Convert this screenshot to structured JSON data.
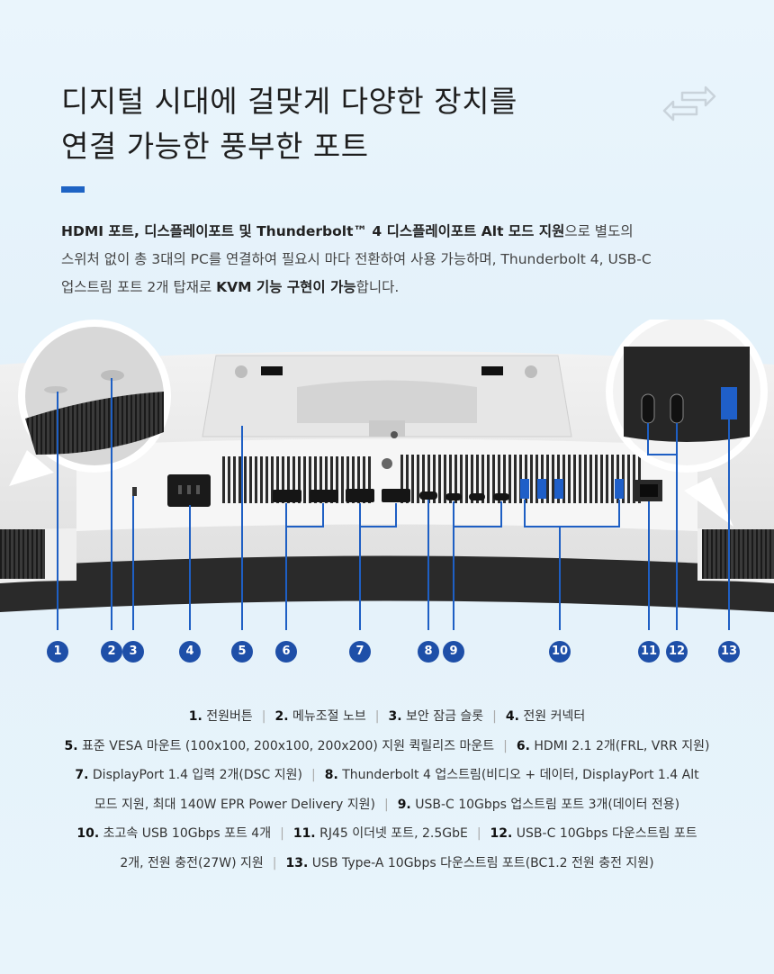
{
  "title": {
    "line1": "디지털 시대에 걸맞게 다양한 장치를",
    "line2": "연결 가능한 풍부한 포트"
  },
  "icons": [
    "swap-arrows-icon"
  ],
  "colors": {
    "accent": "#1e63c4",
    "badge": "#1e4fa8"
  },
  "description": {
    "l1_b1": "HDMI 포트, 디스플레이포트 및 Thunderbolt™ 4 디스플레이포트 Alt 모드 지원",
    "l1_t1": "으로 별도의",
    "l2": "스위처 없이 총 3대의 PC를 연결하여 필요시 마다 전환하여 사용 가능하며, Thunderbolt 4, USB-C",
    "l3_t1": "업스트림 포트 2개 탑재로 ",
    "l3_b1": "KVM 기능 구현이 가능",
    "l3_t2": "합니다."
  },
  "badges": [
    "1",
    "2",
    "3",
    "4",
    "5",
    "6",
    "7",
    "8",
    "9",
    "10",
    "11",
    "12",
    "13"
  ],
  "captions": {
    "n1": "1.",
    "t1": "전원버튼",
    "n2": "2.",
    "t2": "메뉴조절 노브",
    "n3": "3.",
    "t3": "보안 잠금 슬롯",
    "n4": "4.",
    "t4": "전원 커넥터",
    "n5": "5.",
    "t5": "표준 VESA 마운트 (100x100, 200x100, 200x200) 지원 퀵릴리즈 마운트",
    "n6": "6.",
    "t6": "HDMI 2.1 2개(FRL, VRR 지원)",
    "n7": "7.",
    "t7": "DisplayPort 1.4 입력 2개(DSC 지원)",
    "n8": "8.",
    "t8a": "Thunderbolt 4 업스트림(비디오 + 데이터, DisplayPort 1.4 Alt",
    "t8b": "모드 지원,  최대 140W EPR Power Delivery 지원)",
    "n9": "9.",
    "t9": "USB-C 10Gbps 업스트림 포트 3개(데이터 전용)",
    "n10": "10.",
    "t10": "초고속 USB 10Gbps 포트 4개",
    "n11": "11.",
    "t11": "RJ45 이더넷 포트, 2.5GbE",
    "n12": "12.",
    "t12a": "USB-C 10Gbps 다운스트림 포트",
    "t12b": "2개, 전원 충전(27W) 지원",
    "n13": "13.",
    "t13": "USB Type-A 10Gbps 다운스트림 포트(BC1.2 전원 충전 지원)"
  }
}
